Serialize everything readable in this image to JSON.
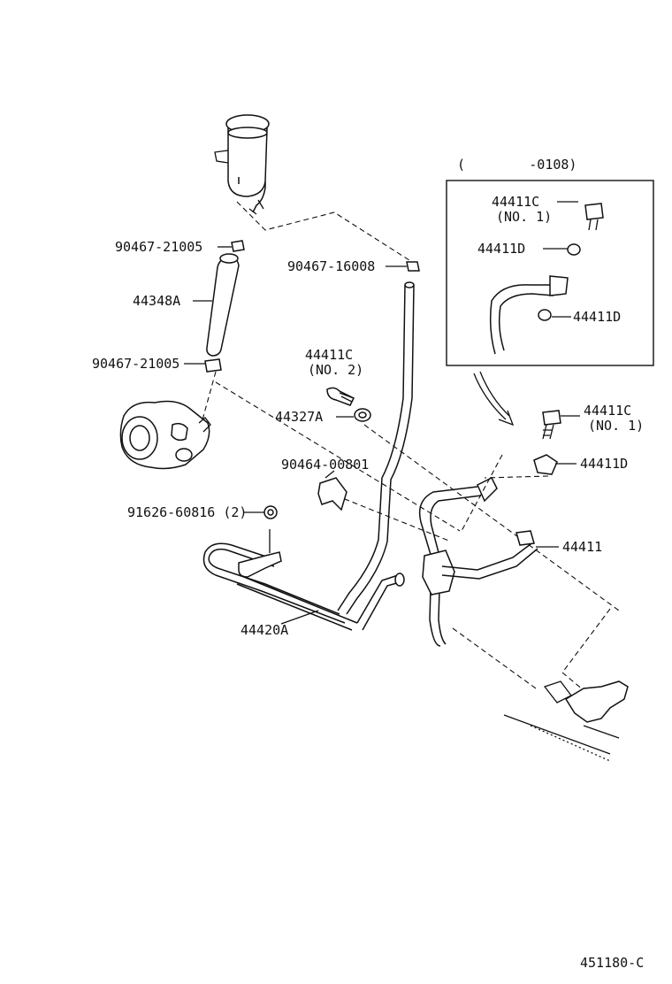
{
  "labels": {
    "reservoir_clamp_upper": "90467-21005",
    "return_clamp_top": "90467-16008",
    "suction_hose": "44348A",
    "reservoir_clamp_lower": "90467-21005",
    "union_bolt_no2": "44411C",
    "union_bolt_no2_sub": "(NO. 2)",
    "gasket_a": "44327A",
    "clamp_bracket": "90464-00801",
    "bolt_qty": "91626-60816 (2)",
    "return_tube": "44420A",
    "inset_range": "(        -0108)",
    "inset_union_bolt": "44411C",
    "inset_union_bolt_sub": "(NO. 1)",
    "inset_gasket_upper": "44411D",
    "inset_gasket_lower": "44411D",
    "union_bolt_no1": "44411C",
    "union_bolt_no1_sub": "(NO. 1)",
    "gasket_d": "44411D",
    "pressure_tube": "44411",
    "diagram_code": "451180-C"
  }
}
